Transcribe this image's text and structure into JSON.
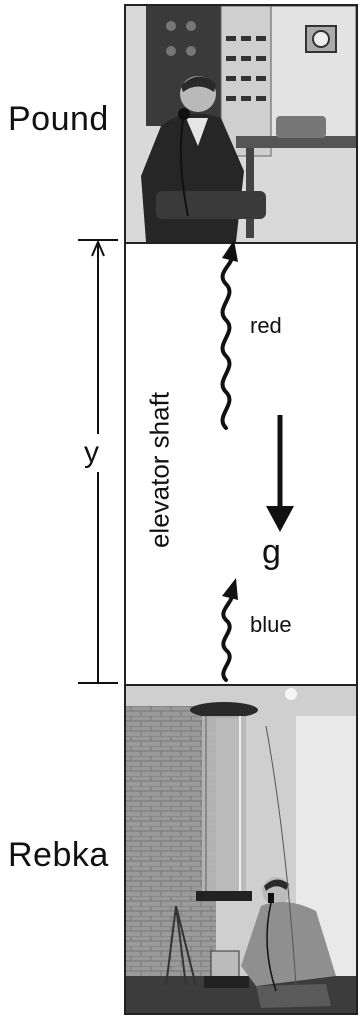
{
  "labels": {
    "top_person": "Pound",
    "bottom_person": "Rebka",
    "shaft": "elevator shaft",
    "height": "y",
    "top_wave": "red",
    "bottom_wave": "blue",
    "gravity": "g"
  },
  "colors": {
    "ink": "#111111",
    "frame": "#222222",
    "photo_dark": "#2b2b2b",
    "photo_mid": "#8a8a8a",
    "photo_light": "#d8d8d8"
  }
}
